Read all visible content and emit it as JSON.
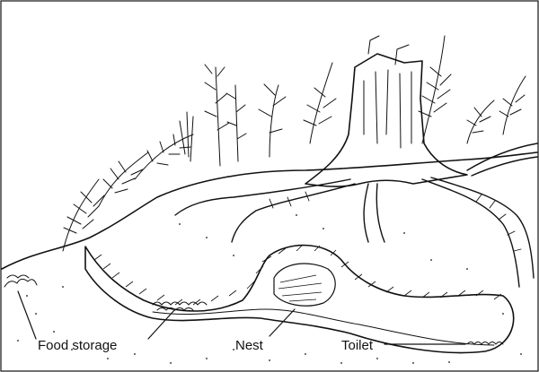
{
  "labels": {
    "food_storage": "Food storage",
    "nest": "Nest",
    "toilet": "Toilet"
  },
  "colors": {
    "ink": "#111111",
    "paper": "#ffffff"
  }
}
